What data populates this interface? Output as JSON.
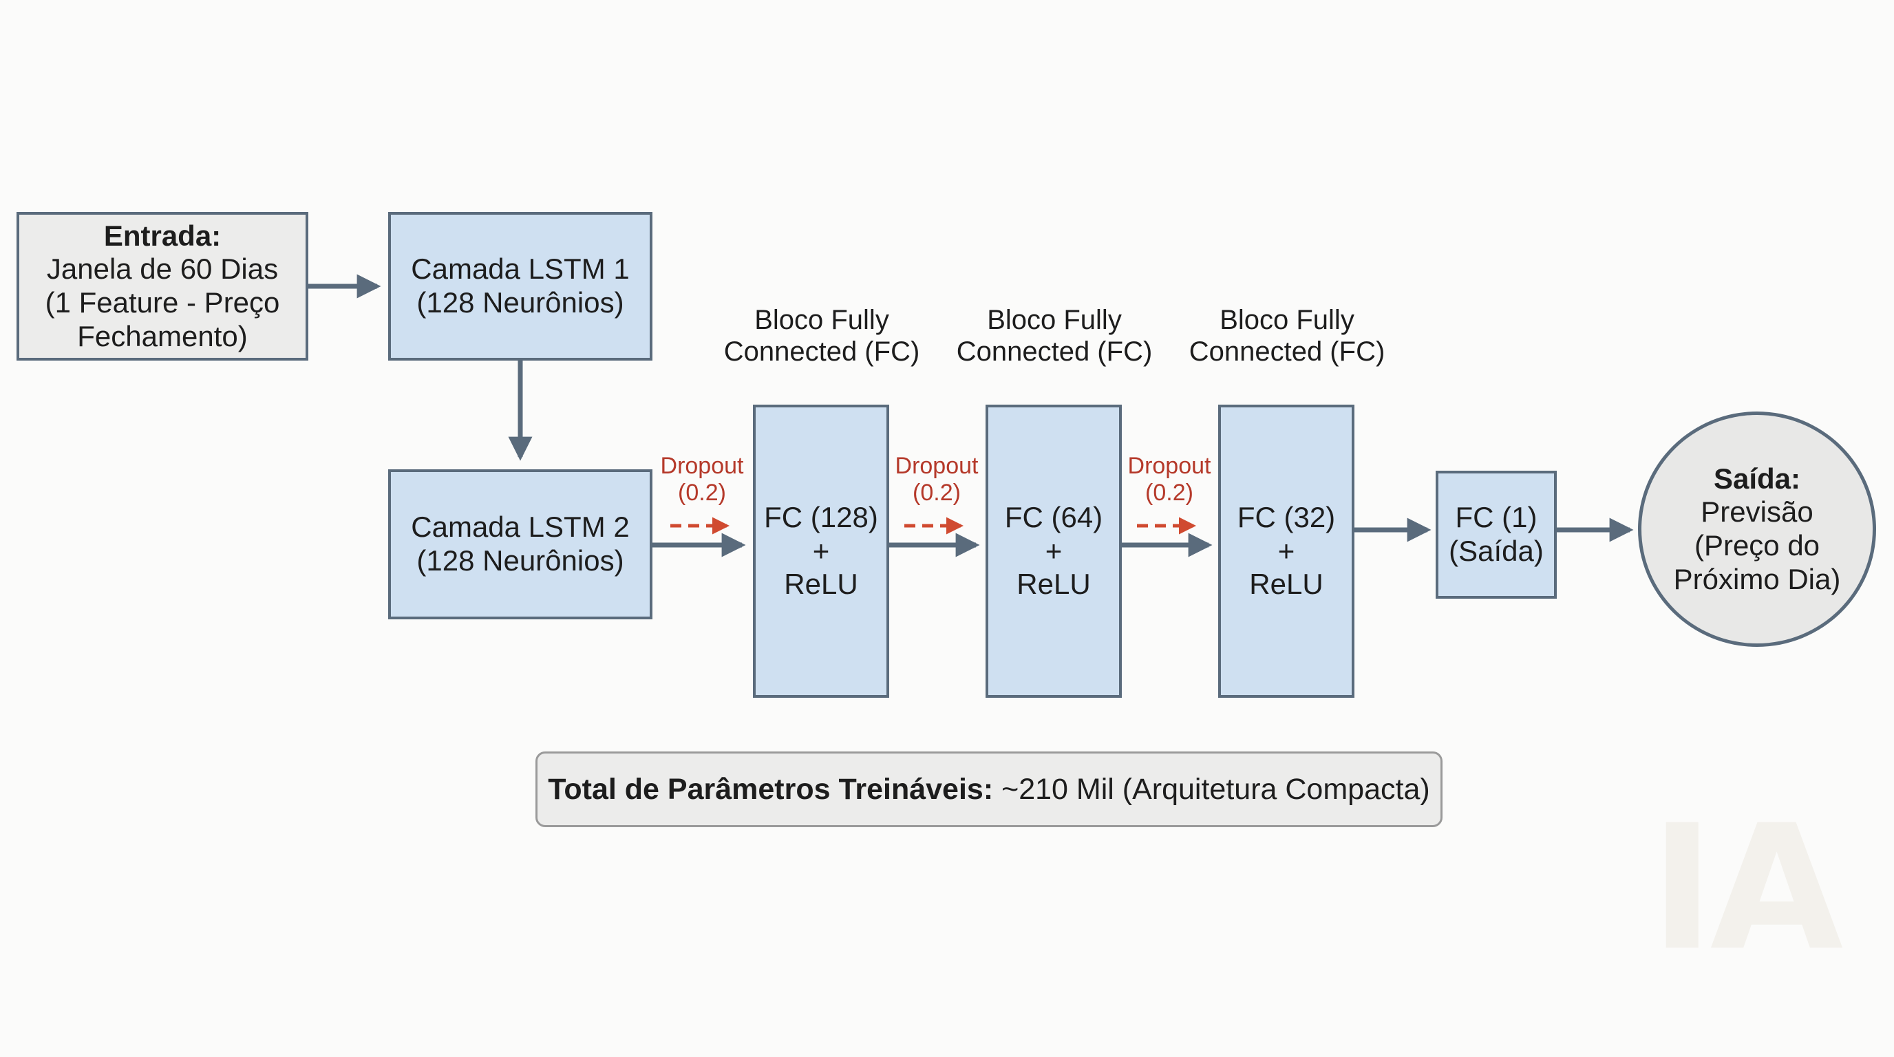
{
  "input": {
    "title": "Entrada:",
    "line1": "Janela de 60 Dias",
    "line2": "(1 Feature - Preço",
    "line3": "Fechamento)"
  },
  "lstm1": {
    "line1": "Camada LSTM 1",
    "line2": "(128 Neurônios)"
  },
  "lstm2": {
    "line1": "Camada LSTM 2",
    "line2": "(128 Neurônios)"
  },
  "blocks": [
    {
      "title1": "Bloco Fully",
      "title2": "Connected (FC)",
      "dropout1": "Dropout",
      "dropout2": "(0.2)",
      "line1": "FC (128)",
      "line2": "+",
      "line3": "ReLU"
    },
    {
      "title1": "Bloco Fully",
      "title2": "Connected (FC)",
      "dropout1": "Dropout",
      "dropout2": "(0.2)",
      "line1": "FC (64)",
      "line2": "+",
      "line3": "ReLU"
    },
    {
      "title1": "Bloco Fully",
      "title2": "Connected (FC)",
      "dropout1": "Dropout",
      "dropout2": "(0.2)",
      "line1": "FC (32)",
      "line2": "+",
      "line3": "ReLU"
    }
  ],
  "fc_out": {
    "line1": "FC (1)",
    "line2": "(Saída)"
  },
  "output": {
    "title": "Saída:",
    "line1": "Previsão",
    "line2": "(Preço do",
    "line3": "Próximo Dia)"
  },
  "summary": {
    "label": "Total de Parâmetros Treináveis:",
    "value": " ~210 Mil (Arquitetura Compacta)"
  },
  "watermark": "IA",
  "colors": {
    "box_fill_blue": "#cfe0f1",
    "box_fill_grey": "#ececeb",
    "border": "#5a6b7c",
    "arrow": "#5a6b7c",
    "dropout": "#b5392a"
  }
}
